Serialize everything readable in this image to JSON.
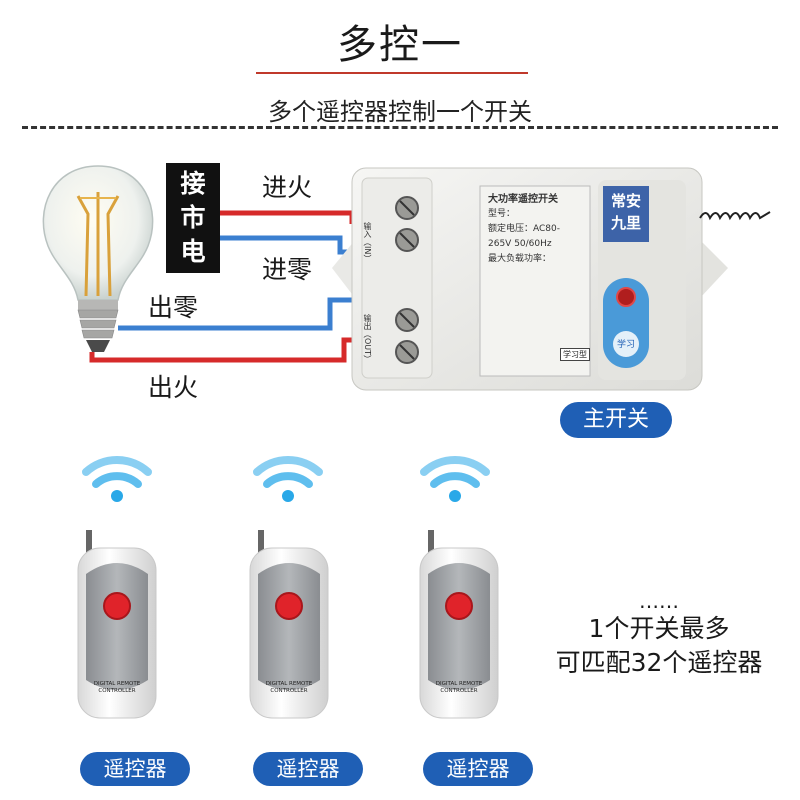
{
  "header": {
    "title": "多控一",
    "subtitle": "多个遥控器控制一个开关"
  },
  "wiring": {
    "mains_box": [
      "接",
      "市",
      "电"
    ],
    "live_in": "进火",
    "neutral_in": "进零",
    "neutral_out": "出零",
    "live_out": "出火"
  },
  "device": {
    "brand": [
      "常安",
      "九里"
    ],
    "label_text": [
      "大功率遥控开关",
      "型号：",
      "额定电压：AC80-265V 50/60Hz",
      "最大负载功率："
    ],
    "mode_tag": "学习型",
    "input_label": "输入（IN）",
    "output_label": "输出（OUT）",
    "button_label": "学习",
    "main_switch_label": "主开关"
  },
  "remotes": {
    "label": "遥控器",
    "printed_text": [
      "DIGITAL REMOTE",
      "CONTROLLER"
    ],
    "hint_dots": "……",
    "hint_line1": "1个开关最多",
    "hint_line2": "可匹配32个遥控器"
  },
  "colors": {
    "live": "#d62a2a",
    "neutral": "#3b7fd0",
    "accent": "#1f5fb5",
    "remote_button": "#e0232a"
  }
}
